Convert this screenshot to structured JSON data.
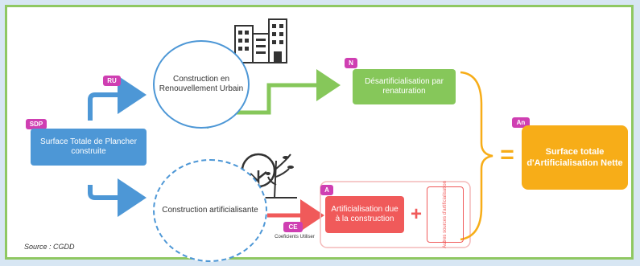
{
  "diagram": {
    "sdp_tag": "SDP",
    "sdp_box": "Surface Totale de Plancher construite",
    "ru_tag": "RU",
    "circle_ru": "Construction en Renouvellement Urbain",
    "n_tag": "N",
    "desartif_box": "Désartificialisation par renaturation",
    "circle_artif": "Construction artificialisante",
    "ce_tag": "CE",
    "ce_caption": "Coeficients Utiliser",
    "a_tag": "A",
    "artif_box": "Artificialisation due à la construction",
    "other_box": "Autres sources d'artificialisation",
    "an_tag": "An",
    "result_box": "Surface totale d'Artificialisation Nette",
    "equals": "=",
    "plus": "+",
    "source": "Source : CGDD"
  },
  "colors": {
    "frame_green": "#8fc862",
    "blue": "#4d97d6",
    "green": "#86c75a",
    "red": "#f05a5a",
    "orange": "#f7ad18",
    "magenta": "#cf3fb2"
  }
}
